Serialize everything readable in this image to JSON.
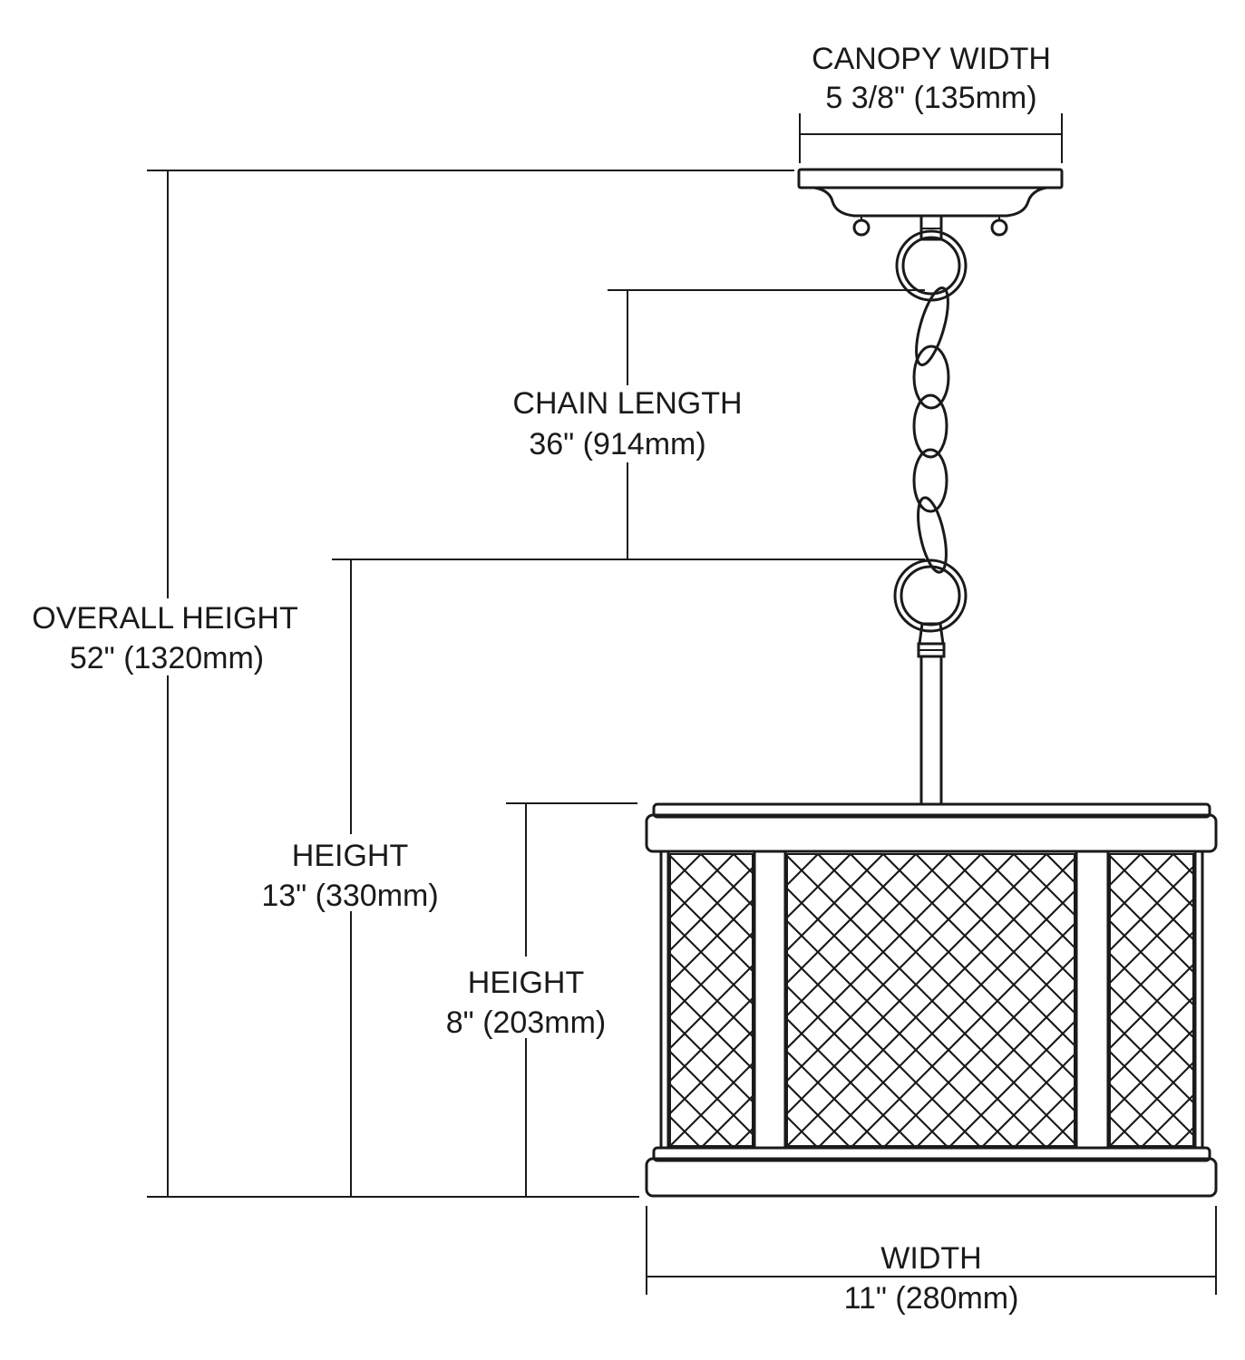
{
  "colors": {
    "line": "#1a1a1a",
    "background": "#ffffff"
  },
  "dimensions": {
    "canopy_width": {
      "label": "CANOPY WIDTH",
      "value": "5 3/8\" (135mm)"
    },
    "chain_length": {
      "label": "CHAIN LENGTH",
      "value": "36\" (914mm)"
    },
    "overall_height": {
      "label": "OVERALL HEIGHT",
      "value": "52\" (1320mm)"
    },
    "fixture_height": {
      "label": "HEIGHT",
      "value": "13\" (330mm)"
    },
    "shade_height": {
      "label": "HEIGHT",
      "value": "8\" (203mm)"
    },
    "width": {
      "label": "WIDTH",
      "value": "11\" (280mm)"
    }
  },
  "parts": [
    "canopy",
    "chain",
    "stem",
    "lantern-cage"
  ]
}
